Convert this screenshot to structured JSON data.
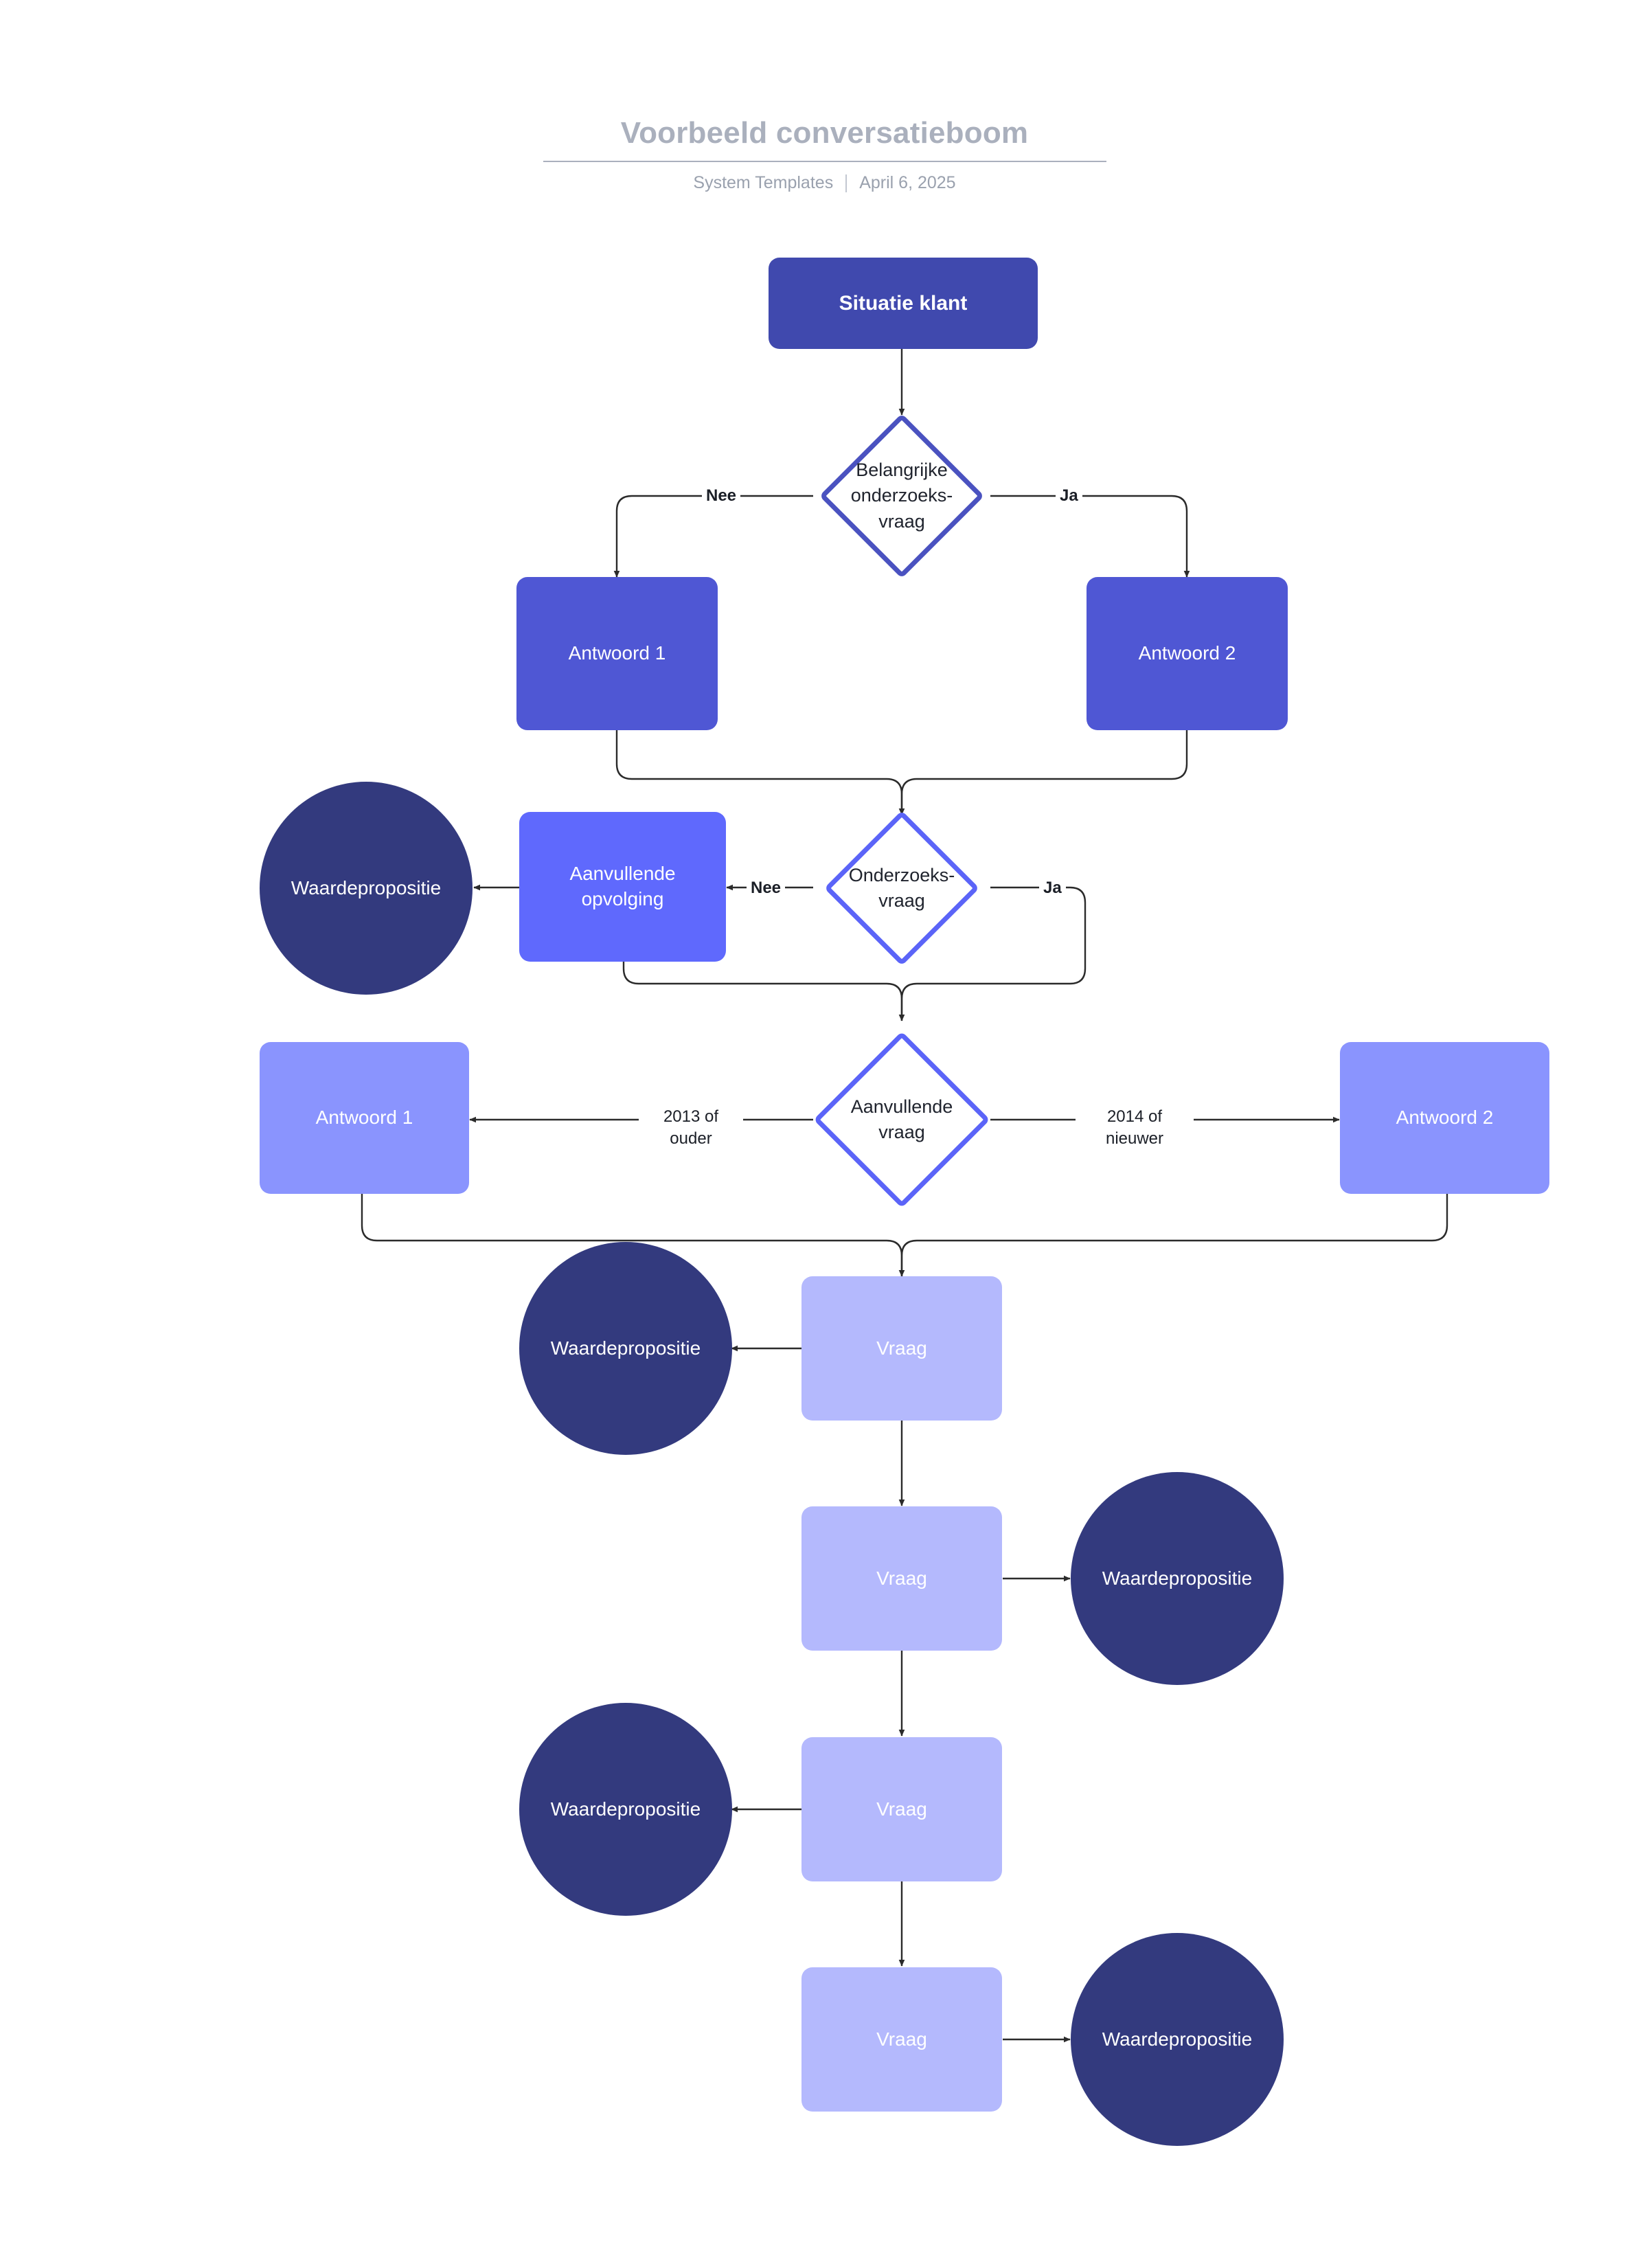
{
  "header": {
    "title": "Voorbeeld conversatieboom",
    "source": "System Templates",
    "date": "April 6, 2025"
  },
  "colors": {
    "root_box": "#4049ae",
    "level2_box": "#4f57d4",
    "level3_box": "#5f69fd",
    "level4_box": "#8a94fe",
    "question_box": "#b4b9fd",
    "value_circle": "#333a7e",
    "diamond_border_dark": "#4a52c0",
    "diamond_border_light": "#5b64f8",
    "connector": "#2b2b2b",
    "header_text": "#aab0bd",
    "subtitle_text": "#9aa1ae"
  },
  "diagram": {
    "type": "flowchart",
    "root": {
      "label": "Situatie klant"
    },
    "decision_1": {
      "label": "Belangrijke onderzoeks-\nvraag",
      "branch_no": "Nee",
      "branch_yes": "Ja"
    },
    "answers_1": [
      {
        "label": "Antwoord 1"
      },
      {
        "label": "Antwoord 2"
      }
    ],
    "decision_2": {
      "label": "Onderzoeks-\nvraag",
      "branch_no": "Nee",
      "branch_yes": "Ja"
    },
    "followup": {
      "label": "Aanvullende opvolging"
    },
    "value_prop_1": {
      "label": "Waardepropositie"
    },
    "decision_3": {
      "label": "Aanvullende vraag",
      "branch_left": "2013 of ouder",
      "branch_right": "2014 of nieuwer"
    },
    "answers_2": [
      {
        "label": "Antwoord 1"
      },
      {
        "label": "Antwoord 2"
      }
    ],
    "questions": [
      {
        "label": "Vraag",
        "value_prop": "Waardepropositie",
        "value_side": "left"
      },
      {
        "label": "Vraag",
        "value_prop": "Waardepropositie",
        "value_side": "right"
      },
      {
        "label": "Vraag",
        "value_prop": "Waardepropositie",
        "value_side": "left"
      },
      {
        "label": "Vraag",
        "value_prop": "Waardepropositie",
        "value_side": "right"
      }
    ]
  }
}
